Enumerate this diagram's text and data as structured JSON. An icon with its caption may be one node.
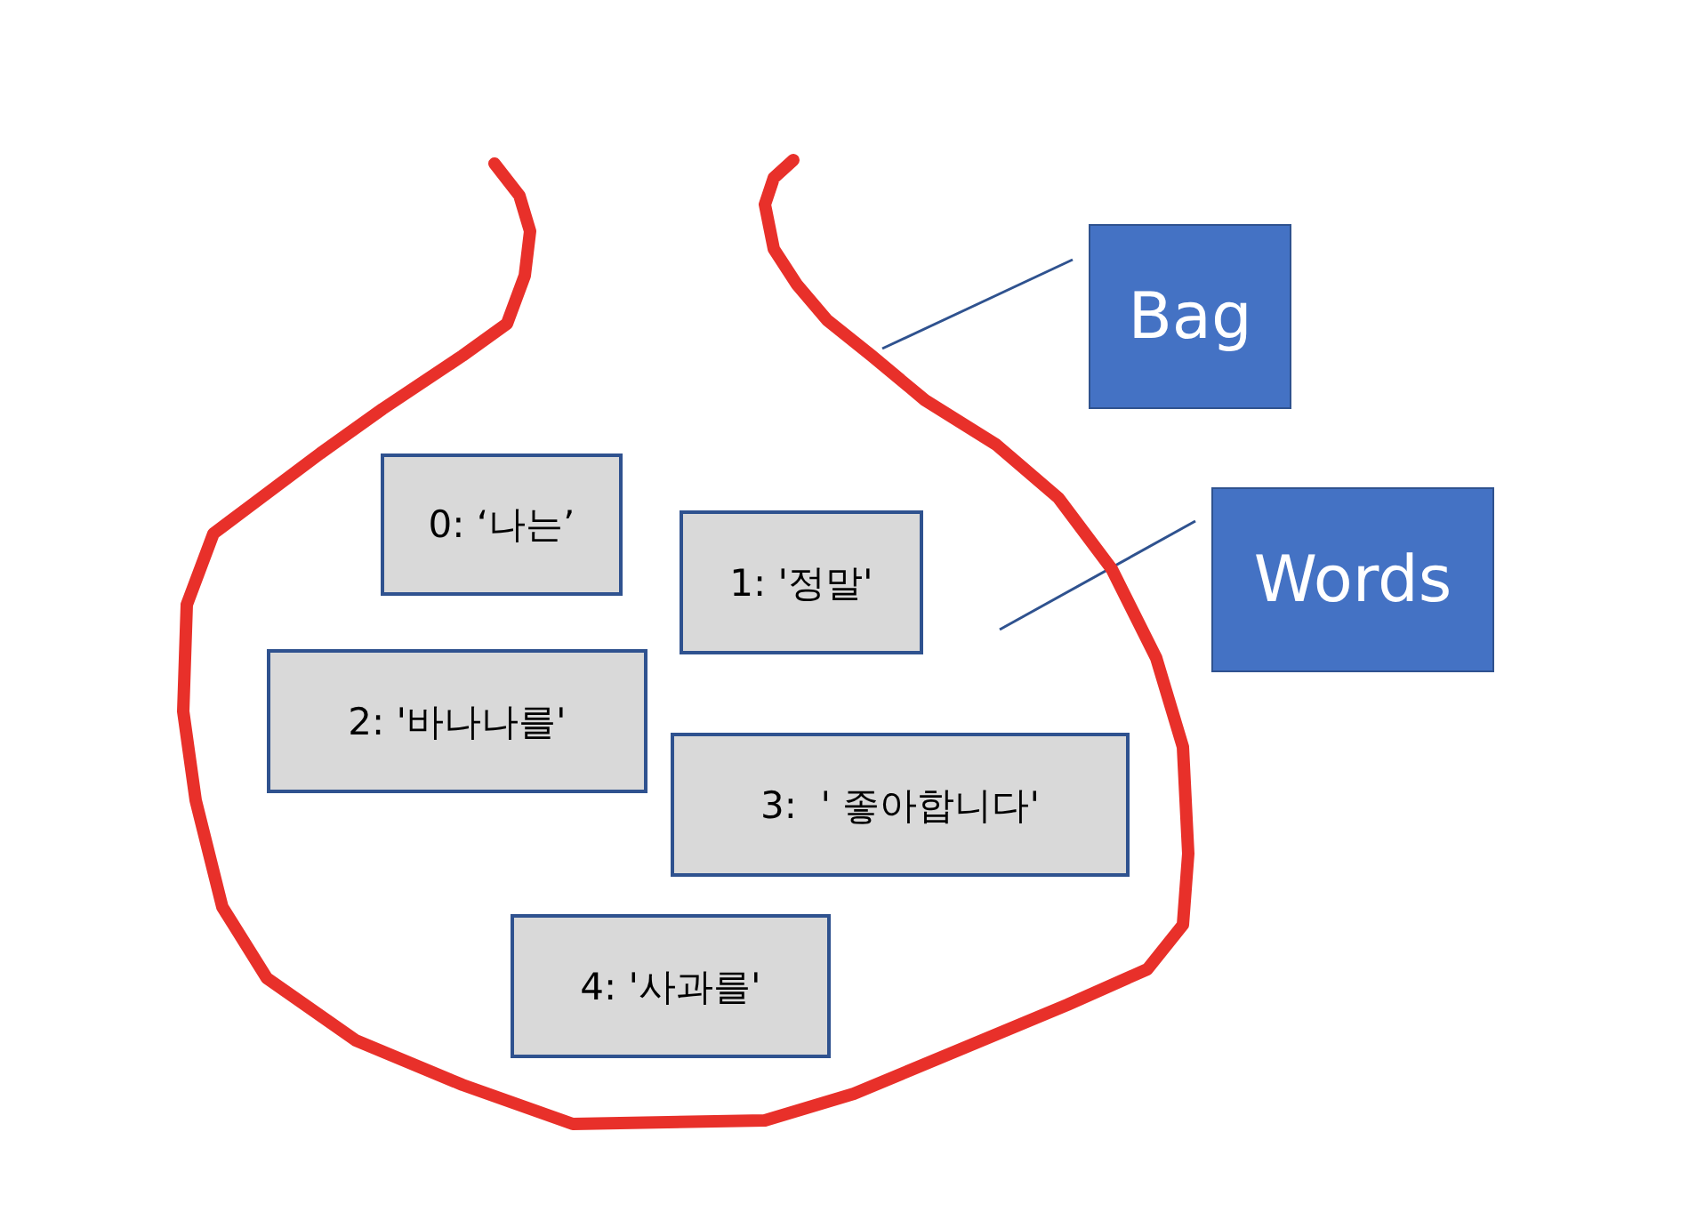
{
  "diagram": {
    "nodes": [
      {
        "text": [],
        "shape": "bag"
      },
      {
        "text": [
          "0: ‘나는’"
        ],
        "in": 0
      },
      {
        "text": [
          "1: '정말'"
        ],
        "in": 0
      },
      {
        "text": [
          "2: '바나나를'"
        ],
        "in": 0
      },
      {
        "text": [
          "3:  ' 좋아합니다'"
        ],
        "in": 0
      },
      {
        "text": [
          "4: '사과를'"
        ],
        "in": 0
      },
      {
        "text": [
          "Bag"
        ]
      },
      {
        "text": [
          "Words"
        ]
      }
    ],
    "edges": [
      {
        "from": 6,
        "to": 0,
        "arrow": "none"
      },
      {
        "from": 7,
        "to": null,
        "arrow": "none"
      }
    ]
  }
}
